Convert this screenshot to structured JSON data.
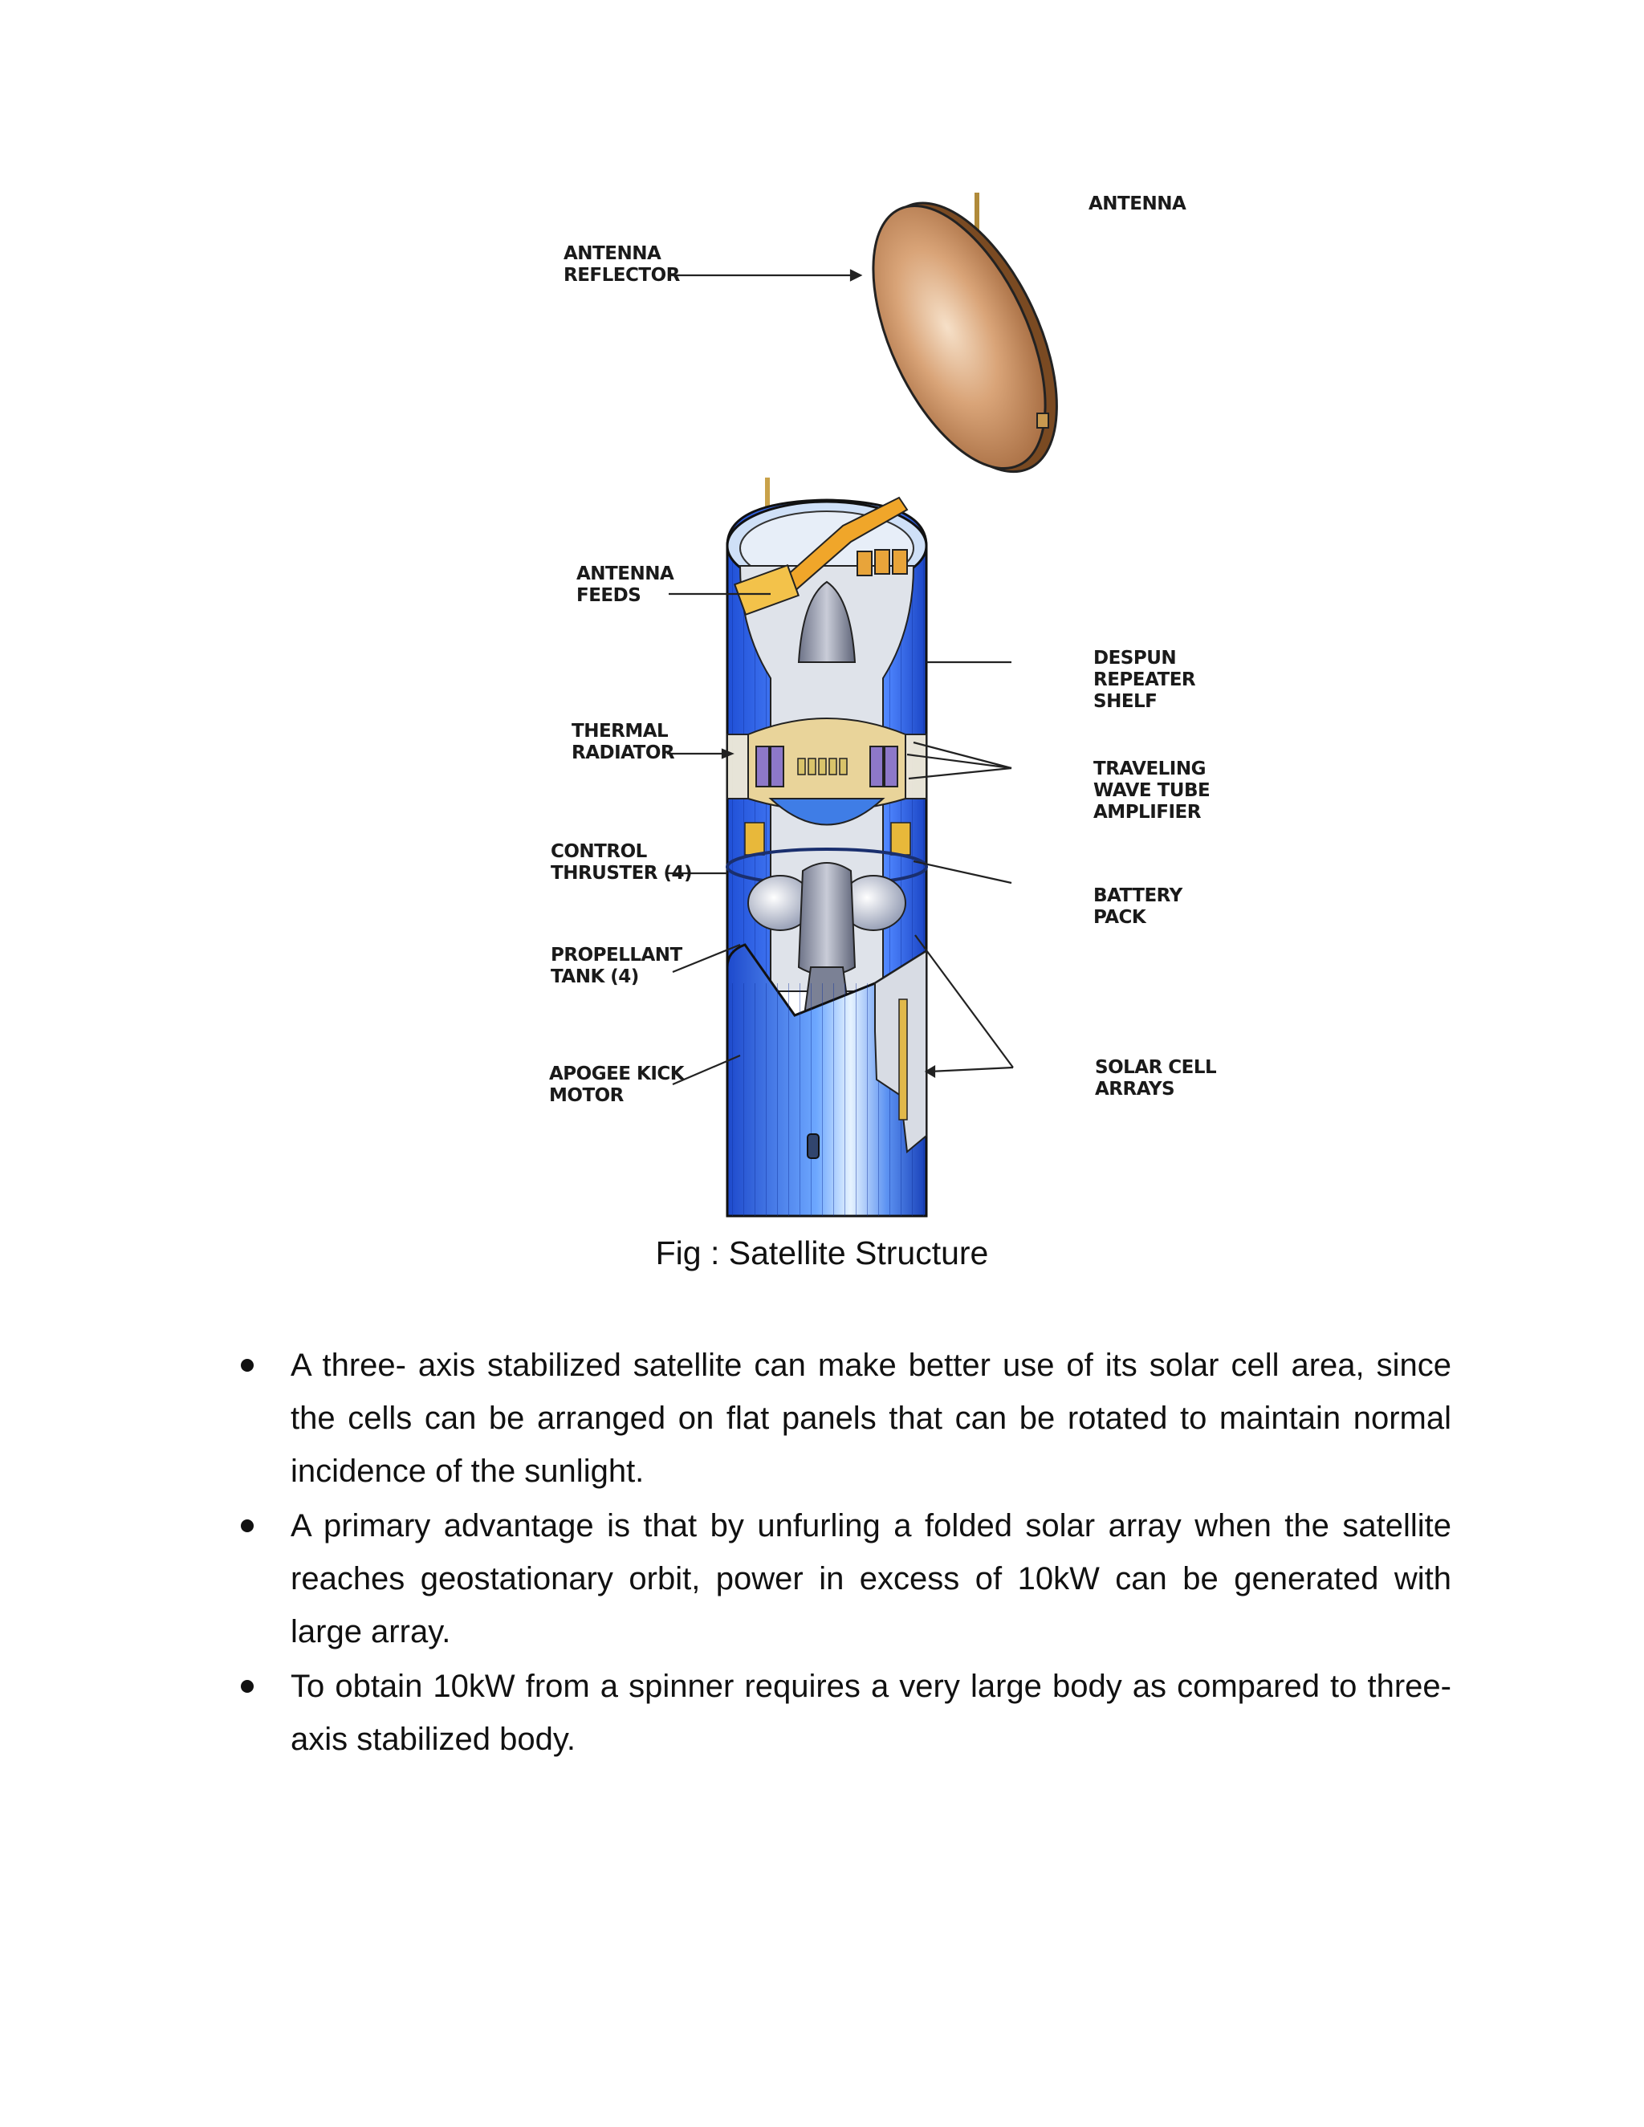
{
  "figure": {
    "labels": {
      "antenna": "ANTENNA",
      "antenna_reflector": "ANTENNA\nREFLECTOR",
      "antenna_feeds": "ANTENNA\nFEEDS",
      "despun_repeater_shelf": "DESPUN\nREPEATER\nSHELF",
      "thermal_radiator": "THERMAL\nRADIATOR",
      "traveling_wave_tube_amplifier": "TRAVELING\nWAVE TUBE\nAMPLIFIER",
      "control_thruster": "CONTROL\nTHRUSTER (4)",
      "battery_pack": "BATTERY\nPACK",
      "propellant_tank": "PROPELLANT\nTANK (4)",
      "apogee_kick_motor": "APOGEE KICK\nMOTOR",
      "solar_cell_arrays": "SOLAR CELL\nARRAYS"
    },
    "caption": "Fig : Satellite Structure"
  },
  "bullets": [
    "A three- axis stabilized satellite can make better use of its solar cell area, since the cells can be arranged on flat panels that can be rotated to maintain normal incidence of the sunlight.",
    "A primary advantage is that by unfurling a folded solar array when the satellite reaches geostationary orbit, power in excess of 10kW can be generated with large array.",
    "To obtain 10kW from a spinner requires a very large body as compared to three-axis stabilized body."
  ]
}
